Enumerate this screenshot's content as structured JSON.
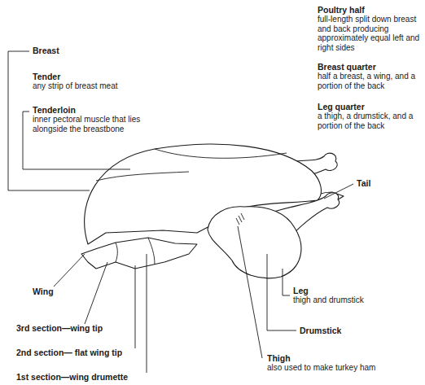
{
  "diagram": {
    "labels": [
      "Breast",
      "Tender",
      "any strip of breast meat",
      "Tenderloin",
      "inner pectoral muscle that lies alongside the breastbone",
      "Poultry half",
      "full-length split down breast and back producing approximately equal left and right sides",
      "Breast quarter",
      "half a breast, a wing, and a portion of the back",
      "Leg quarter",
      "a thigh, a drumstick, and a portion of the back",
      "Tail",
      "Wing",
      "3rd section—wing tip",
      "2nd section— flat wing tip",
      "1st section—wing drumette",
      "Leg",
      "thigh and drumstick",
      "Drumstick",
      "Thigh",
      "also used to make turkey ham"
    ]
  }
}
